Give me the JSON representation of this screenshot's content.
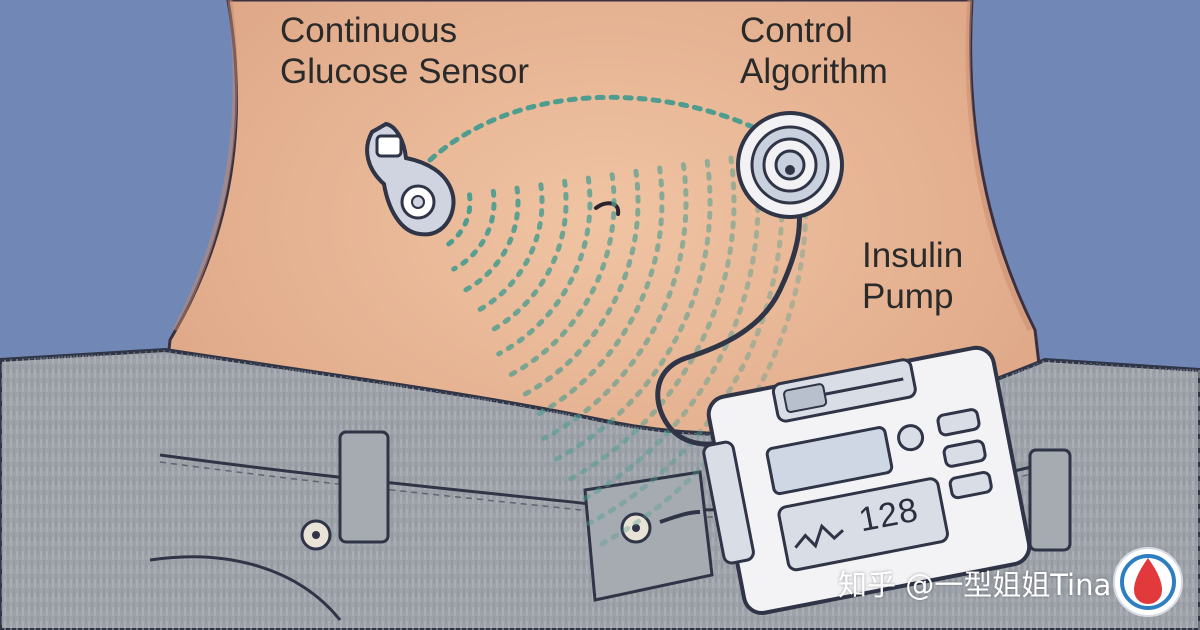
{
  "labels": {
    "sensor_line1": "Continuous",
    "sensor_line2": "Glucose Sensor",
    "algorithm_line1": "Control",
    "algorithm_line2": "Algorithm",
    "pump_line1": "Insulin",
    "pump_line2": "Pump"
  },
  "pump": {
    "display_value": "128"
  },
  "watermark": {
    "text": "知乎 @一型姐姐Tina"
  },
  "colors": {
    "background": "#7188b6",
    "skin": "#e8b896",
    "denim": "#9ea3aa",
    "signal_teal": "#4f9d8f",
    "outline": "#2f3447",
    "logo_red": "#e2393c",
    "logo_blue": "#2d7fc1"
  }
}
